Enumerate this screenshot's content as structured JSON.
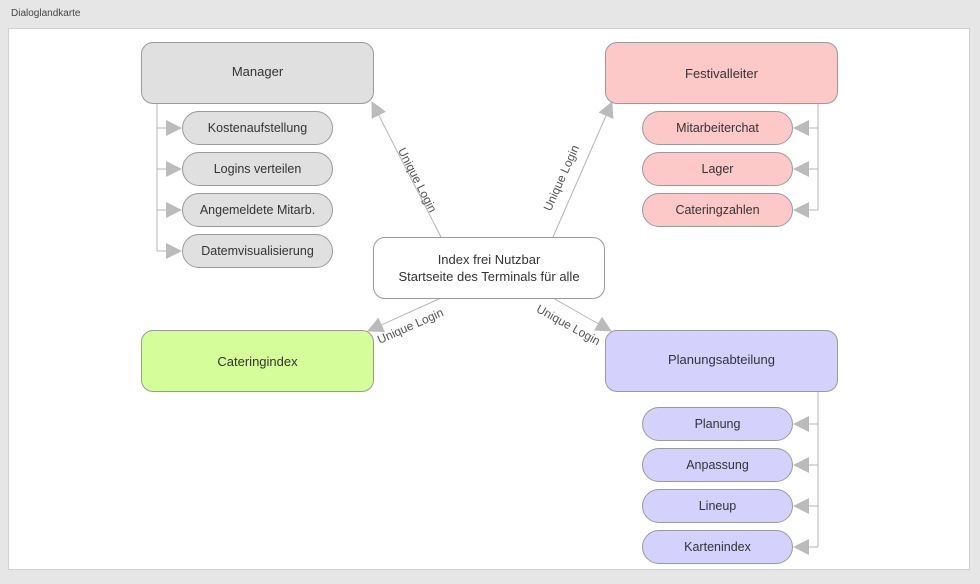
{
  "window": {
    "title": "Dialoglandkarte"
  },
  "center": {
    "line1": "Index frei Nutzbar",
    "line2": "Startseite des Terminals für alle"
  },
  "manager": {
    "title": "Manager",
    "children": [
      "Kostenaufstellung",
      "Logins verteilen",
      "Angemeldete Mitarb.",
      "Datemvisualisierung"
    ]
  },
  "festivalleiter": {
    "title": "Festivalleiter",
    "children": [
      "Mitarbeiterchat",
      "Lager",
      "Cateringzahlen"
    ]
  },
  "cateringindex": {
    "title": "Cateringindex"
  },
  "planungsabteilung": {
    "title": "Planungsabteilung",
    "children": [
      "Planung",
      "Anpassung",
      "Lineup",
      "Kartenindex"
    ]
  },
  "edges": {
    "to_manager": "Unique Login",
    "to_festivalleiter": "Unique Login",
    "to_cateringindex": "Unique Login",
    "to_planungsabteilung": "Unique Login"
  },
  "colors": {
    "gray": "#e0e0e0",
    "red": "#fdc8c8",
    "green": "#d5fd99",
    "purple": "#d4d2fd",
    "connector": "#b5b5b5"
  }
}
